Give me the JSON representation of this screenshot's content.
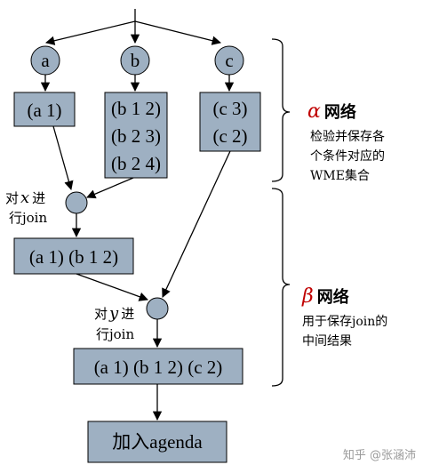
{
  "alpha_nodes": [
    "a",
    "b",
    "c"
  ],
  "alpha_memories": {
    "a": [
      "(a 1)"
    ],
    "b": [
      "(b 1 2)",
      "(b 2 3)",
      "(b 2 4)"
    ],
    "c": [
      "(c 3)",
      "(c 2)"
    ]
  },
  "join1": {
    "label_pre": "对",
    "var": "x",
    "label_post": "进",
    "label_line2": "行join"
  },
  "beta_memory1": "(a 1) (b 1 2)",
  "join2": {
    "label_pre": "对",
    "var": "y",
    "label_post": "进",
    "label_line2": "行join"
  },
  "beta_memory2": "(a 1) (b 1 2) (c 2)",
  "agenda_box": "加入agenda",
  "alpha_section": {
    "symbol": "α",
    "title": "网络",
    "desc": [
      "检验并保存各",
      "个条件对应的",
      "WME集合"
    ]
  },
  "beta_section": {
    "symbol": "β",
    "title": "网络",
    "desc": [
      "用于保存join的",
      "中间结果"
    ]
  },
  "watermark": "知乎 @张涵沛",
  "colors": {
    "box_fill": "#9eb0c2",
    "stroke": "#000000",
    "greek": "#c00000"
  }
}
